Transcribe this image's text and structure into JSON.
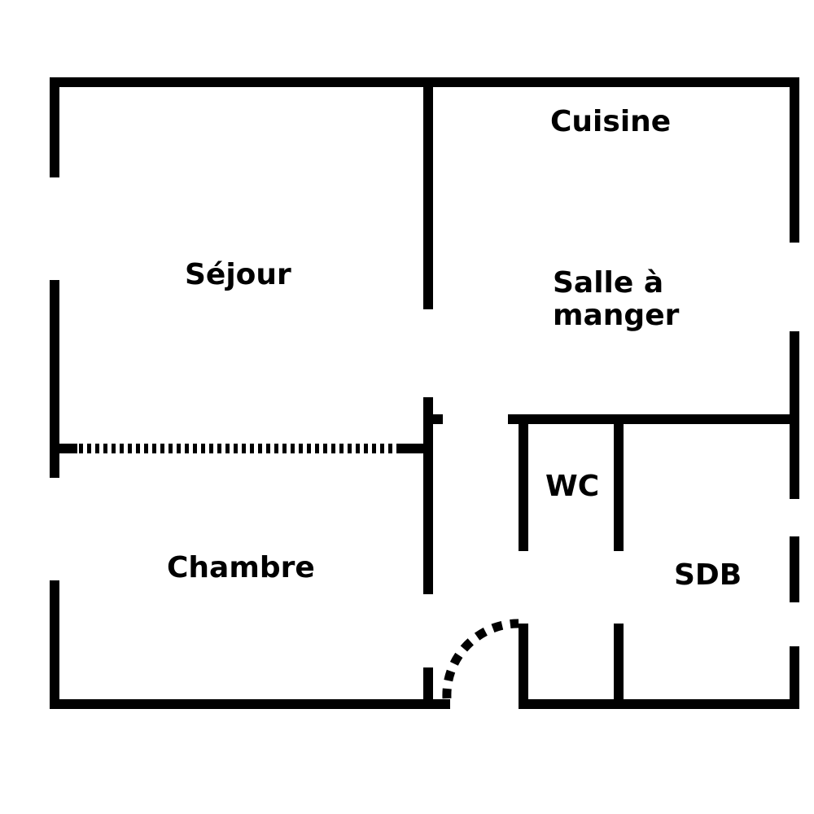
{
  "plan": {
    "rooms": {
      "sejour": "Séjour",
      "cuisine": "Cuisine",
      "salle_line1": "Salle à",
      "salle_line2": "manger",
      "chambre": "Chambre",
      "wc": "WC",
      "sdb": "SDB"
    },
    "colors": {
      "wall": "#000000",
      "background": "#ffffff"
    }
  }
}
